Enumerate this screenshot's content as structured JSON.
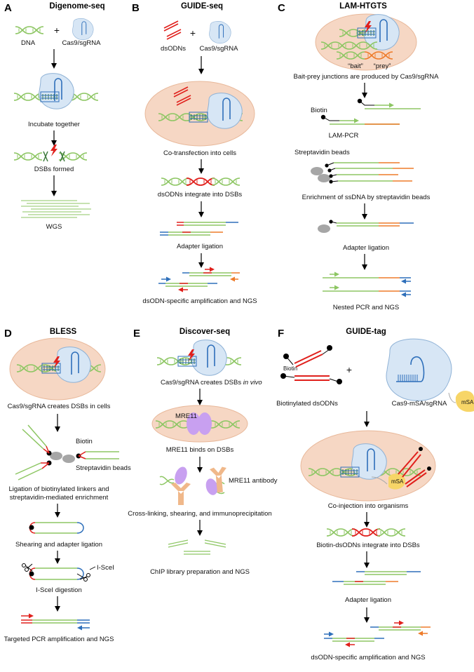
{
  "panels": {
    "A": {
      "letter": "A",
      "title": "Digenome-seq",
      "labels": {
        "dna": "DNA",
        "plus": "+",
        "cas9": "Cas9/sgRNA",
        "step1": "Incubate together",
        "step2": "DSBs formed",
        "step3": "WGS"
      }
    },
    "B": {
      "letter": "B",
      "title": "GUIDE-seq",
      "labels": {
        "dsodns": "dsODNs",
        "plus": "+",
        "cas9": "Cas9/sgRNA",
        "step1": "Co-transfection into cells",
        "step2": "dsODNs integrate into DSBs",
        "step3": "Adapter ligation",
        "step4": "dsODN-specific amplification and NGS"
      }
    },
    "C": {
      "letter": "C",
      "title": "LAM-HTGTS",
      "labels": {
        "bait": "“bait”",
        "prey": "“prey”",
        "step1": "Bait-prey junctions are produced by Cas9/sgRNA",
        "biotin": "Biotin",
        "step2": "LAM-PCR",
        "beads": "Streptavidin beads",
        "step3": "Enrichment of ssDNA by streptavidin beads",
        "step4": "Adapter ligation",
        "step5": "Nested PCR and NGS"
      }
    },
    "D": {
      "letter": "D",
      "title": "BLESS",
      "labels": {
        "step1": "Cas9/sgRNA creates DSBs in cells",
        "biotin": "Biotin",
        "beads": "Streptavidin beads",
        "step2a": "Ligation of biotinylated linkers and",
        "step2b": "streptavidin-mediated enrichment",
        "step3": "Shearing and adapter ligation",
        "isce": "I-SceI",
        "step4": "I-SceI digestion",
        "step5": "Targeted PCR amplification and NGS"
      }
    },
    "E": {
      "letter": "E",
      "title": "Discover-seq",
      "labels": {
        "step1": "Cas9/sgRNA creates DSBs ",
        "step1_italic": "in vivo",
        "mre11": "MRE11",
        "step2": "MRE11 binds on DSBs",
        "antibody": "MRE11 antibody",
        "step3": "Cross-linking, shearing, and immunoprecipitation",
        "step4": "ChIP library preparation and NGS"
      }
    },
    "F": {
      "letter": "F",
      "title": "GUIDE-tag",
      "labels": {
        "biotin": "Biotin",
        "plus": "+",
        "msa": "mSA",
        "msa_small": "mSA",
        "left": "Biotinylated dsODNs",
        "right": "Cas9-mSA/sgRNA",
        "step1": "Co-injection into organisms",
        "step2": "Biotin-dsODNs integrate into DSBs",
        "step3": "Adapter ligation",
        "step4": "dsODN-specific amplification and NGS"
      }
    }
  },
  "colors": {
    "dna_green": "#8dc663",
    "dna_dark": "#3d7a3d",
    "cell_fill": "#f6d7c4",
    "cas9_fill": "#d7e6f5",
    "cas9_stroke": "#8fb2d6",
    "red": "#e0201c",
    "blue": "#2e6fba",
    "orange": "#ee7b2a",
    "gray": "#a6a6a6",
    "purple": "#c8a0f0",
    "antibody": "#f0b88a",
    "msa": "#f7d567"
  }
}
